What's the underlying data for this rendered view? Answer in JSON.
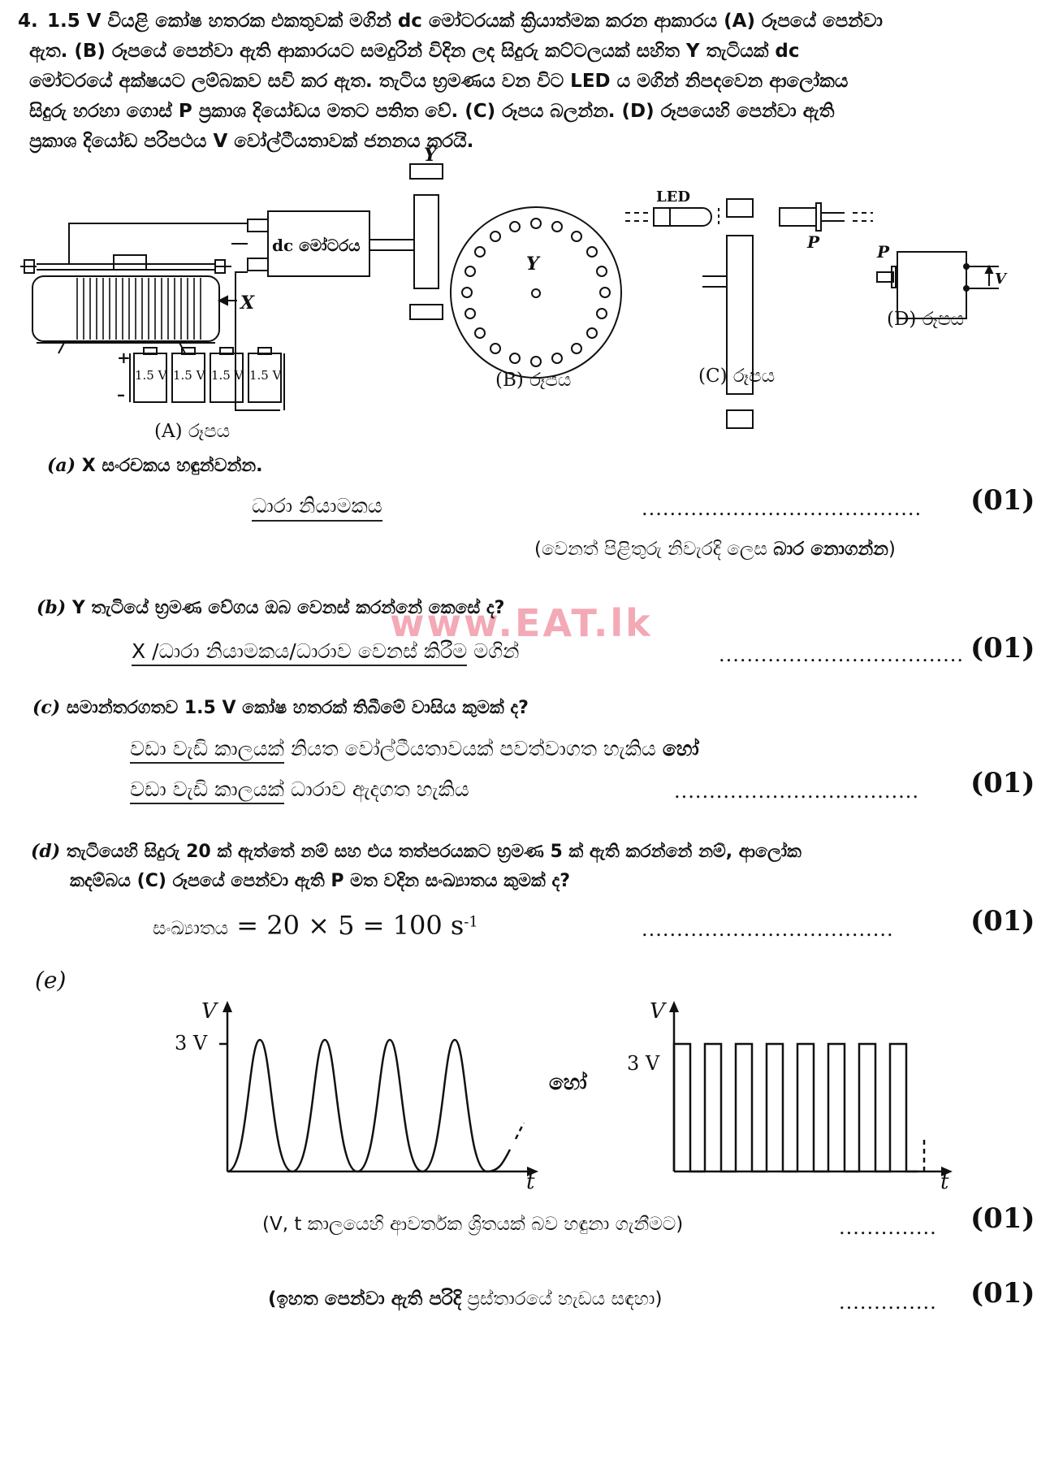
{
  "question": {
    "number": "4.",
    "intro_lines": [
      "1.5 V වියළි කෝෂ හතරක එකතුවක් මගින් dc මෝටරයක් ක්‍රියාත්මක කරන ආකාරය (A) රූපයේ පෙන්වා",
      "ඇත. (B) රූපයේ පෙන්වා ඇති ආකාරයට සමදුරින් විදින ලද සිදුරු කට්ටලයක් සහිත Y තැටියක් dc",
      "මෝටරයේ අක්ෂයට ලම්බකව සවි කර ඇත. තැටිය භ්‍රමණය වන විට LED ය මගින් නිපදවෙන ආලෝකය",
      "සිදුරු හරහා ගොස් P ප්‍රකාශ දියෝඩය මතට පතිත වේ. (C) රූපය බලන්න. (D) රූපයෙහි පෙන්වා ඇති",
      "ප්‍රකාශ දියෝඩ පරිපථය V වෝල්ටීයතාවක් ජනනය කරයි."
    ]
  },
  "figures": {
    "A": {
      "caption": "(A) රූපය",
      "motor_label": "dc මෝටරය",
      "x_label": "X",
      "cell_label": "1.5 V",
      "plus": "+",
      "minus": "–"
    },
    "B": {
      "caption": "(B) රූපය",
      "y_label": "Y"
    },
    "C": {
      "caption": "(C) රූපය",
      "led_label": "LED",
      "p_label": "P"
    },
    "D": {
      "caption": "(D) රූපය",
      "p_label": "P",
      "v_label": "V"
    },
    "disk_side_label": "Y"
  },
  "parts": {
    "a": {
      "label": "(a)",
      "question": "X සංරචකය හඳුන්වන්න.",
      "answer": "ධාරා නියාමකය",
      "dots": "........................................",
      "mark": "(01)",
      "note_prefix": "(වෙනත් පිළිතුරු නිවැරදි ලෙස ",
      "note_bold": "බාර නොගන්න",
      "note_suffix": ")"
    },
    "b": {
      "label": "(b)",
      "question": "Y තැටියේ භ්‍රමණ වේගය ඔබ වෙනස් කරන්නේ කෙසේ ද?",
      "answer_underlined": "X /ධාරා නියාමකය/ධාරාව වෙනස් කිරීම",
      "answer_rest": " මගින්",
      "dots": "...................................",
      "mark": "(01)"
    },
    "c": {
      "label": "(c)",
      "question": "සමාන්තරගතව 1.5 V කෝෂ හතරක් තිබීමේ වාසිය කුමක් ද?",
      "line1_underlined": "වඩා වැඩි කාලයක්",
      "line1_rest": " නියත වෝල්ටීයතාවයක් පවත්වාගත හැකිය ",
      "line1_bold": "හෝ",
      "line2_underlined": "වඩා වැඩි කාලයක්",
      "line2_rest": " ධාරාව ඇදගත හැකිය",
      "dots": "...................................",
      "mark": "(01)"
    },
    "d": {
      "label": "(d)",
      "question_lines": [
        "තැටියෙහි සිදුරු 20 ක් ඇත්තේ නම් සහ එය තත්පරයකට භ්‍රමණ 5 ක් ඇති කරන්නේ නම්, ආලෝක",
        "කදම්බය (C) රූපයේ පෙන්වා ඇති P මත වදින සංඛ්‍යාතය කුමක් ද?"
      ],
      "answer_label": "සංඛ්‍යාතය",
      "answer_formula": " = 20 × 5 = 100 s",
      "answer_sup": "-1",
      "dots": "....................................",
      "mark": "(01)"
    },
    "e": {
      "label": "(e)",
      "graph1_v": "V",
      "graph1_level": "3 V",
      "graph1_t": "t",
      "or_text": "හෝ",
      "graph2_v": "V",
      "graph2_level": "3 V",
      "graph2_t": "t",
      "line1_text": "(V, t කාලයෙහි ආවර්තක ශ්‍රිතයක් බව හඳුනා ගැනීමට)",
      "line1_dots": "..............",
      "line1_mark": "(01)",
      "line2_bold": "(ඉහත පෙන්වා ඇති පරිදි",
      "line2_rest": " ප්‍රස්තාරයේ හැඩය සඳහා)",
      "line2_dots": "..............",
      "line2_mark": "(01)"
    }
  },
  "watermark": "www.EAT.lk"
}
